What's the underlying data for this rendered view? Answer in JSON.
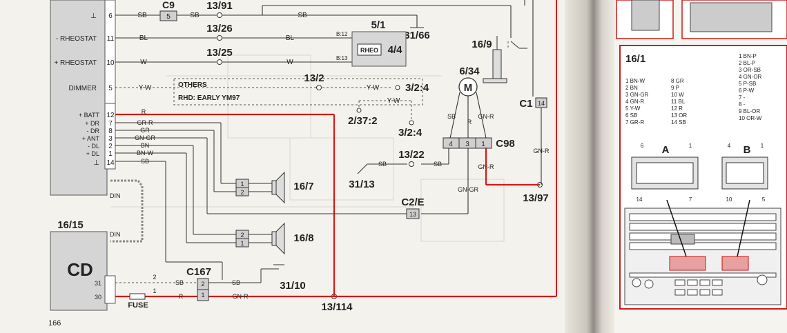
{
  "page_number": "166",
  "colors": {
    "power": "#d11a1a",
    "wire": "#333333",
    "frame": "#d11a1a"
  },
  "radio": {
    "pins_top": [
      {
        "label": "⊥",
        "num": "6",
        "wire": "SB"
      },
      {
        "label": "- RHEOSTAT",
        "num": "11",
        "wire": "BL"
      },
      {
        "label": "+ RHEOSTAT",
        "num": "10",
        "wire": "W"
      },
      {
        "label": "DIMMER",
        "num": "5",
        "wire": "Y-W"
      }
    ],
    "pins_bottom": [
      {
        "label": "+ BATT",
        "num": "12",
        "wire": "R"
      },
      {
        "label": "+ DR",
        "num": "7",
        "wire": "GR-R"
      },
      {
        "label": "- DR",
        "num": "8",
        "wire": "GR"
      },
      {
        "label": "+ ANT",
        "num": "3",
        "wire": "GN-GR"
      },
      {
        "label": "- DL",
        "num": "2",
        "wire": "BN"
      },
      {
        "label": "+ DL",
        "num": "1",
        "wire": "BN-W"
      },
      {
        "label": "⊥",
        "num": "14",
        "wire": "SB"
      }
    ],
    "din": "DIN"
  },
  "refs": {
    "c9": "C9",
    "c9_pin": "5",
    "r1391": "13/91",
    "r1326": "13/26",
    "r1325": "13/25",
    "r132": "13/2",
    "r3166": "31/66",
    "r51": "5/1",
    "r44": "4/4",
    "rheo": "RHEO",
    "b12": "B:12",
    "b13": "B:13",
    "others": "OTHERS",
    "rhd": "RHD: EARLY YM97",
    "r3224a": "3/2:4",
    "r3224b": "3/2:4",
    "r23722": "2/37:2",
    "r169": "16/9",
    "r634": "6/34",
    "motor": "M",
    "c1": "C1",
    "c1_pin": "14",
    "c98": "C98",
    "c98_pins": [
      "4",
      "3",
      "1"
    ],
    "r1322": "13/22",
    "r3113": "31/13",
    "c2e": "C2/E",
    "c2e_pin": "13",
    "r1397": "13/97",
    "r167": "16/7",
    "r168": "16/8",
    "c167": "C167",
    "c167_pins": [
      "2",
      "1"
    ],
    "r3110": "31/10",
    "r13114": "13/114",
    "fuse": "FUSE",
    "cd_ref": "16/15",
    "cd": "CD",
    "din": "DIN",
    "cd_pins": [
      "31",
      "30"
    ],
    "sp_pins_a": [
      "1",
      "2"
    ],
    "sp_pins_b": [
      "2",
      "1"
    ],
    "cd_mid": [
      "2",
      "1"
    ]
  },
  "wire_labels": {
    "sb": "SB",
    "bl": "BL",
    "w": "W",
    "yw": "Y-W",
    "r": "R",
    "gnr": "GN-R",
    "gngr": "GN-GR"
  },
  "connector": {
    "title": "16/1",
    "pins_left": [
      "1 BN-W",
      "2 BN",
      "3 GN-GR",
      "4 GN-R",
      "5 Y-W",
      "6 SB",
      "7 GR-R"
    ],
    "pins_mid": [
      "8 GR",
      "9 P",
      "10 W",
      "11 BL",
      "12 R",
      "13 OR",
      "14 SB"
    ],
    "pins_right": [
      "1 BN-P",
      "2 BL-P",
      "3 OR-SB",
      "4 GN-OR",
      "5 P-SB",
      "6 P-W",
      "7 -",
      "8 -",
      "9 BL-OR",
      "10 OR-W"
    ],
    "label_a": "A",
    "label_b": "B",
    "a_top": [
      "6",
      "1"
    ],
    "a_bottom": [
      "14",
      "7"
    ],
    "b_top": [
      "4",
      "1"
    ],
    "b_bottom": [
      "10",
      "5"
    ]
  }
}
